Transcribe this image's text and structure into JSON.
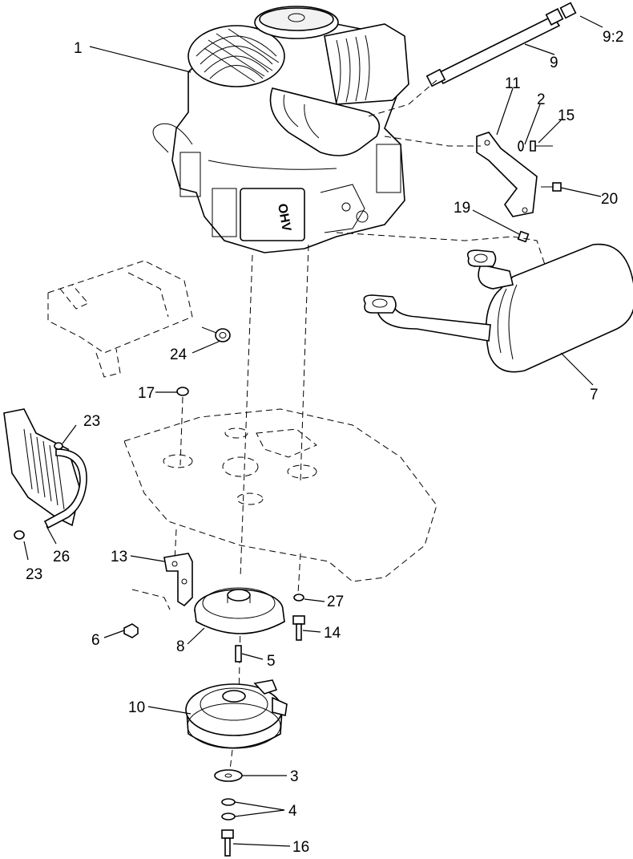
{
  "diagram": {
    "callouts": [
      {
        "id": "c1",
        "label": "1"
      },
      {
        "id": "c9-2",
        "label": "9:2"
      },
      {
        "id": "c9",
        "label": "9"
      },
      {
        "id": "c11",
        "label": "11"
      },
      {
        "id": "c2",
        "label": "2"
      },
      {
        "id": "c15",
        "label": "15"
      },
      {
        "id": "c20",
        "label": "20"
      },
      {
        "id": "c19",
        "label": "19"
      },
      {
        "id": "c7",
        "label": "7"
      },
      {
        "id": "c24",
        "label": "24"
      },
      {
        "id": "c17",
        "label": "17"
      },
      {
        "id": "c23a",
        "label": "23"
      },
      {
        "id": "c23b",
        "label": "23"
      },
      {
        "id": "c26",
        "label": "26"
      },
      {
        "id": "c13",
        "label": "13"
      },
      {
        "id": "c27",
        "label": "27"
      },
      {
        "id": "c14",
        "label": "14"
      },
      {
        "id": "c6",
        "label": "6"
      },
      {
        "id": "c8",
        "label": "8"
      },
      {
        "id": "c5",
        "label": "5"
      },
      {
        "id": "c10",
        "label": "10"
      },
      {
        "id": "c3",
        "label": "3"
      },
      {
        "id": "c4",
        "label": "4"
      },
      {
        "id": "c16",
        "label": "16"
      }
    ],
    "engine_badge": "OHV"
  }
}
